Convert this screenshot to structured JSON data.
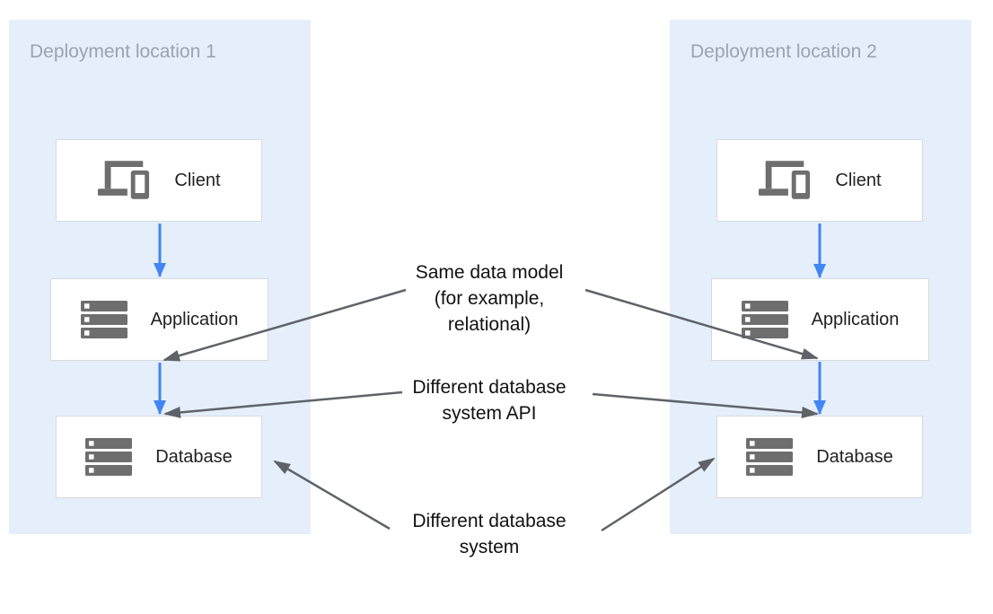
{
  "diagram": {
    "panels": [
      {
        "title": "Deployment location 1",
        "nodes": [
          {
            "label": "Client",
            "icon": "devices-icon"
          },
          {
            "label": "Application",
            "icon": "server-stack-icon"
          },
          {
            "label": "Database",
            "icon": "server-stack-icon"
          }
        ]
      },
      {
        "title": "Deployment location 2",
        "nodes": [
          {
            "label": "Client",
            "icon": "devices-icon"
          },
          {
            "label": "Application",
            "icon": "server-stack-icon"
          },
          {
            "label": "Database",
            "icon": "server-stack-icon"
          }
        ]
      }
    ],
    "annotations": [
      {
        "lines": [
          "Same data model",
          "(for example,",
          "relational)"
        ]
      },
      {
        "lines": [
          "Different database",
          "system API"
        ]
      },
      {
        "lines": [
          "Different database",
          "system"
        ]
      }
    ],
    "colors": {
      "panel_bg": "#e5effb",
      "box_bg": "#ffffff",
      "box_border": "#d6d9de",
      "icon": "#6e6e6e",
      "label": "#212121",
      "panel_title": "#9aa3af",
      "flow_arrow": "#4285f4",
      "annotation_arrow": "#5f6368",
      "annotation_text": "#111111"
    }
  }
}
